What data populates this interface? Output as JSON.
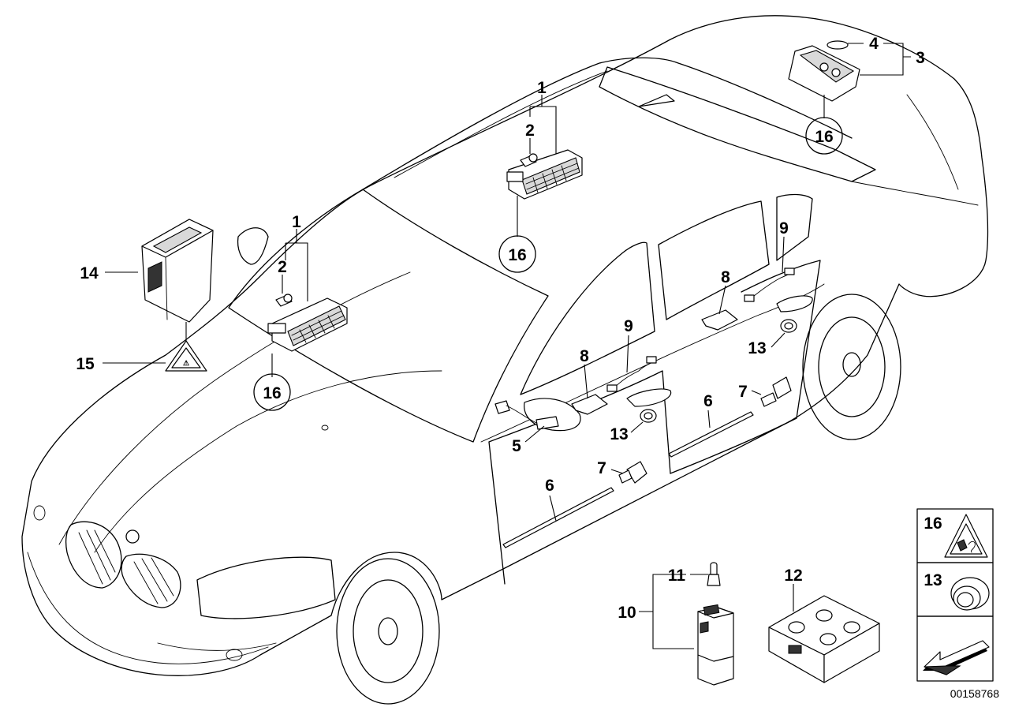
{
  "callouts": {
    "c1a": "1",
    "c1b": "1",
    "c2a": "2",
    "c2b": "2",
    "c3": "3",
    "c4": "4",
    "c5": "5",
    "c6a": "6",
    "c6b": "6",
    "c7a": "7",
    "c7b": "7",
    "c8a": "8",
    "c8b": "8",
    "c9a": "9",
    "c9b": "9",
    "c10": "10",
    "c11": "11",
    "c12": "12",
    "c13a": "13",
    "c13b": "13",
    "c14": "14",
    "c15": "15",
    "c16a": "16",
    "c16b": "16",
    "c16c": "16"
  },
  "legend": {
    "l16": "16",
    "l13": "13"
  },
  "document_number": "00158768",
  "icons": [
    "warning-triangle-icon",
    "grommet-icon",
    "arrow-icon"
  ],
  "colors": {
    "line": "#000000",
    "background": "#ffffff",
    "fill_dark": "#333333",
    "fill_grey": "#d9d9d9"
  }
}
